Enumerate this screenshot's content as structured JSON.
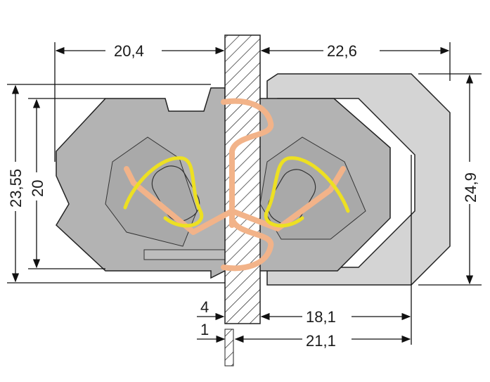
{
  "dimensions": {
    "left_width": "20,4",
    "right_width": "22,6",
    "total_height": "23,55",
    "body_height": "20",
    "bracket_height": "24,9",
    "wall_thickness": "4",
    "right_depth_inner": "18,1",
    "contact_thickness": "1",
    "right_depth_outer": "21,1"
  },
  "colors": {
    "body": "#b3b3b3",
    "bracket": "#d4d4d4",
    "copper": "#f2b389",
    "spring": "#ede022",
    "outline": "#222222"
  }
}
